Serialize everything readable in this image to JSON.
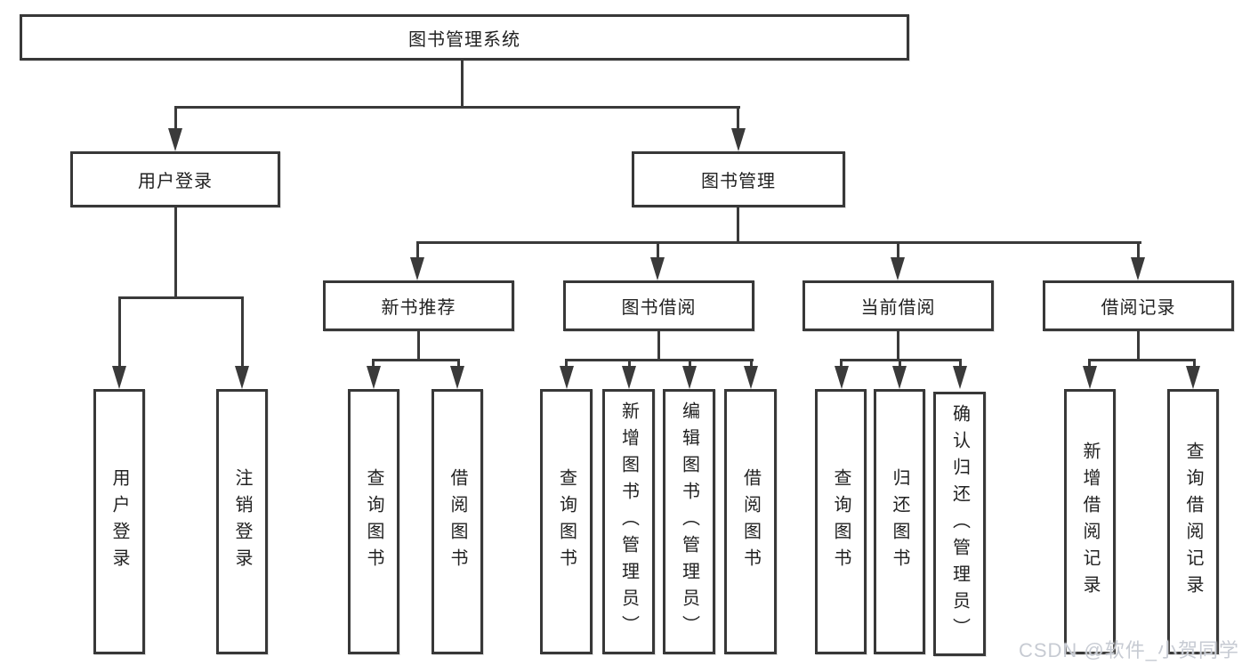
{
  "diagram": {
    "type": "tree",
    "root": {
      "label": "图书管理系统"
    },
    "level2": {
      "user_login": {
        "label": "用户登录"
      },
      "book_mgmt": {
        "label": "图书管理"
      }
    },
    "level3": {
      "new_book_rec": {
        "label": "新书推荐"
      },
      "book_borrow": {
        "label": "图书借阅"
      },
      "current_borrow": {
        "label": "当前借阅"
      },
      "borrow_record": {
        "label": "借阅记录"
      }
    },
    "leaves": {
      "user_login": [
        "用户登录",
        "注销登录"
      ],
      "new_book_rec": [
        "查询图书",
        "借阅图书"
      ],
      "book_borrow": [
        "查询图书",
        "新增图书（管理员）",
        "编辑图书（管理员）",
        "借阅图书"
      ],
      "current_borrow": [
        "查询图书",
        "归还图书",
        "确认归还（管理员）"
      ],
      "borrow_record": [
        "新增借阅记录",
        "查询借阅记录"
      ]
    },
    "colors": {
      "line": "#3a3a3a",
      "box_fill": "#ffffff",
      "box_border": "#383838",
      "text": "#222222",
      "watermark": "#c7cbd3"
    }
  },
  "watermark": {
    "text": "CSDN @软件_小贺同学"
  }
}
